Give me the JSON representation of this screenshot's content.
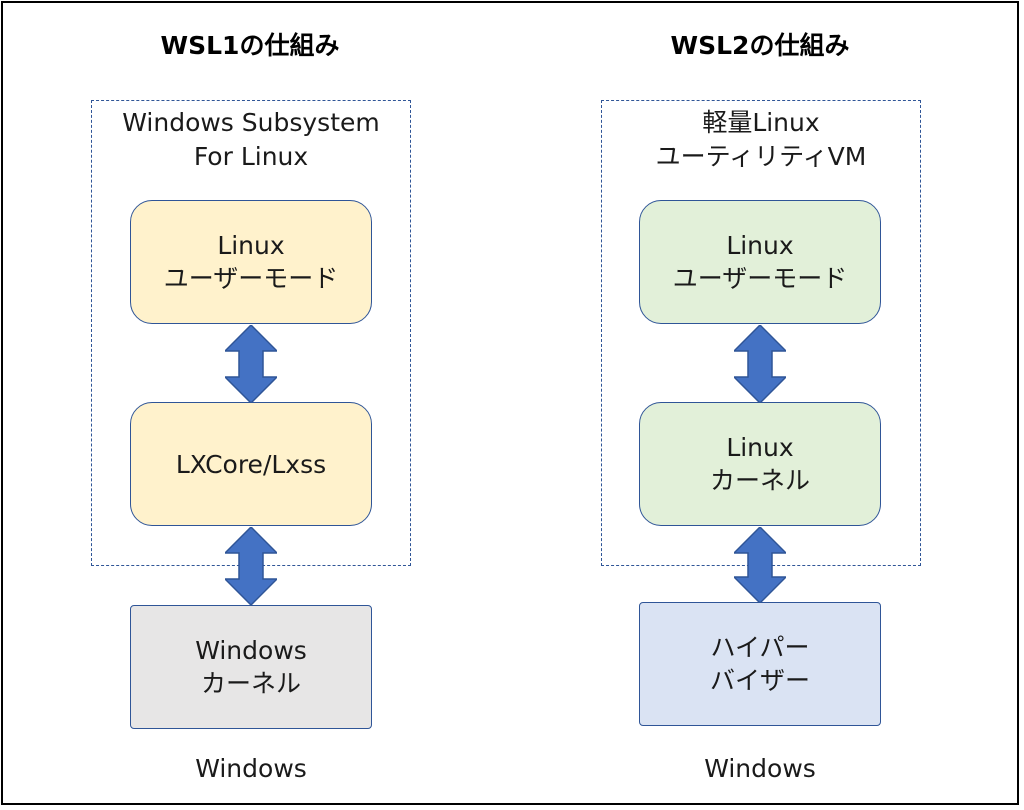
{
  "wsl1": {
    "heading": "WSL1の仕組み",
    "container_label_1": "Windows Subsystem",
    "container_label_2": "For Linux",
    "box_user_1": "Linux",
    "box_user_2": "ユーザーモード",
    "box_core": "LXCore/Lxss",
    "box_kernel_1": "Windows",
    "box_kernel_2": "カーネル",
    "bottom": "Windows"
  },
  "wsl2": {
    "heading": "WSL2の仕組み",
    "container_label_1": "軽量Linux",
    "container_label_2": "ユーティリティVM",
    "box_user_1": "Linux",
    "box_user_2": "ユーザーモード",
    "box_kernel_1": "Linux",
    "box_kernel_2": "カーネル",
    "box_hv_1": "ハイパー",
    "box_hv_2": "バイザー",
    "bottom": "Windows"
  },
  "colors": {
    "border_blue": "#2f5597",
    "arrow_blue": "#4472c4",
    "yellow_fill": "#fff2cc",
    "green_fill": "#e2f0d9",
    "gray_fill": "#e7e6e6",
    "blue_fill": "#dae3f3"
  }
}
